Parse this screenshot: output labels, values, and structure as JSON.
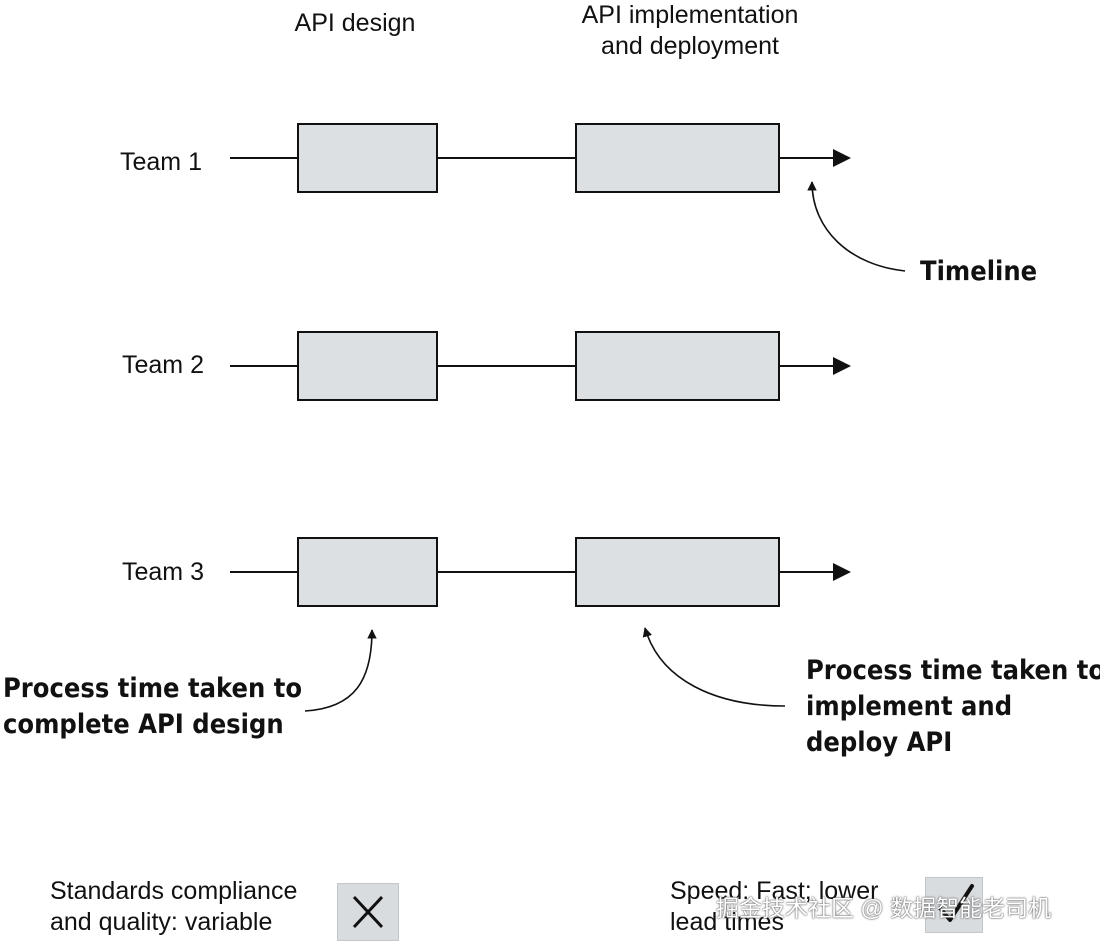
{
  "headers": {
    "design": "API design",
    "implementation": [
      "API implementation",
      "and deployment"
    ]
  },
  "teams": [
    {
      "label": "Team 1"
    },
    {
      "label": "Team 2"
    },
    {
      "label": "Team 3"
    }
  ],
  "callouts": {
    "timeline": "Timeline",
    "design_time": [
      "Process time taken to",
      "complete API design"
    ],
    "impl_time": [
      "Process time taken to",
      "implement and",
      "deploy API"
    ]
  },
  "legend": {
    "standards": {
      "lines": [
        "Standards compliance",
        "and quality: variable"
      ],
      "icon": "x-icon"
    },
    "speed": {
      "lines": [
        "Speed: Fast; lower",
        "lead times"
      ],
      "icon": "check-icon"
    }
  },
  "watermark": "掘金技术社区 @ 数据智能老司机",
  "colors": {
    "box_fill": "#dde0e3",
    "stroke": "#111111",
    "legend_box": "#d9dcdf"
  }
}
